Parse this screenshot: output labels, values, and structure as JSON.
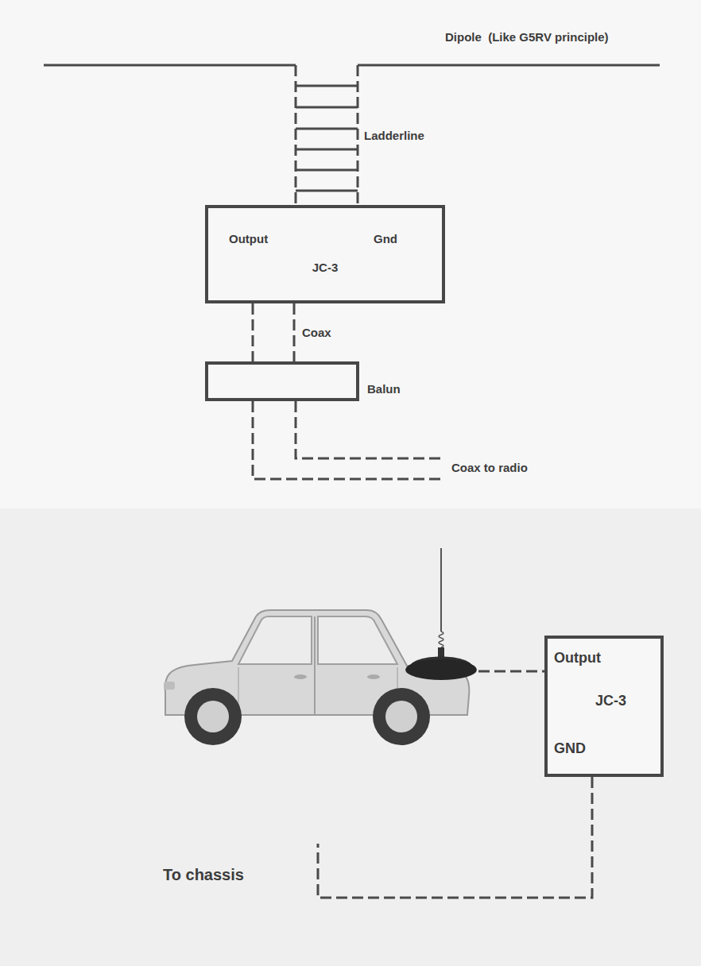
{
  "diagram": {
    "nodes": [
      {
        "text": [
          "Output",
          "Gnd",
          "JC-3"
        ]
      },
      {
        "text": [
          "Balun"
        ]
      },
      {
        "text": [
          "Output",
          "JC-3",
          "GND"
        ]
      }
    ],
    "edges": [
      {
        "from": 0,
        "to": 1,
        "label": "Coax",
        "arrow": "none"
      }
    ],
    "labels": [
      "Dipole  (Like G5RV principle)",
      "Ladderline",
      "Coax to radio",
      "To chassis"
    ]
  }
}
